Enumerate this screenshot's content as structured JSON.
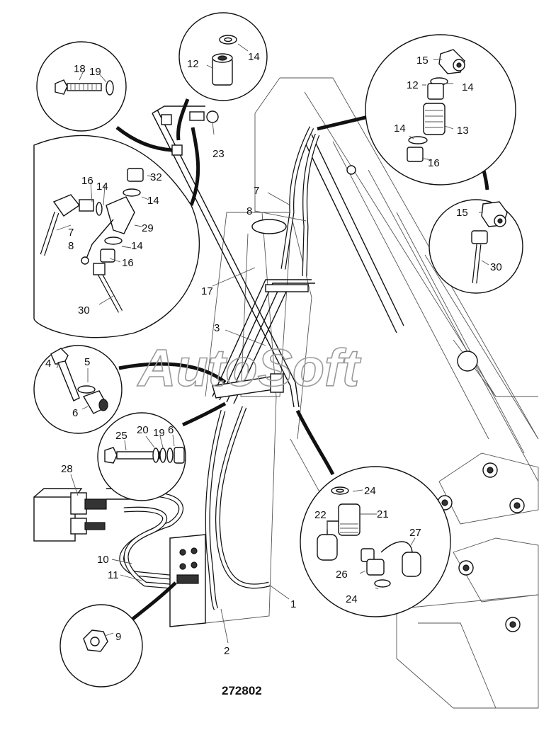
{
  "drawing_number": "272802",
  "watermark": "AutoSoft",
  "callouts": {
    "c1": "1",
    "c2": "2",
    "c3": "3",
    "c4": "4",
    "c5": "5",
    "c6a": "6",
    "c6b": "6",
    "c7a": "7",
    "c7b": "7",
    "c8a": "8",
    "c8b": "8",
    "c9": "9",
    "c10": "10",
    "c11": "11",
    "c12a": "12",
    "c12b": "12",
    "c13": "13",
    "c14a": "14",
    "c14b": "14",
    "c14c": "14",
    "c14d": "14",
    "c14e": "14",
    "c14f": "14",
    "c15a": "15",
    "c15b": "15",
    "c16a": "16",
    "c16b": "16",
    "c16c": "16",
    "c17": "17",
    "c18": "18",
    "c19a": "19",
    "c19b": "19",
    "c20": "20",
    "c21": "21",
    "c22": "22",
    "c23": "23",
    "c24a": "24",
    "c24b": "24",
    "c25": "25",
    "c26": "26",
    "c27": "27",
    "c28": "28",
    "c29": "29",
    "c30a": "30",
    "c30b": "30",
    "c32": "32"
  }
}
